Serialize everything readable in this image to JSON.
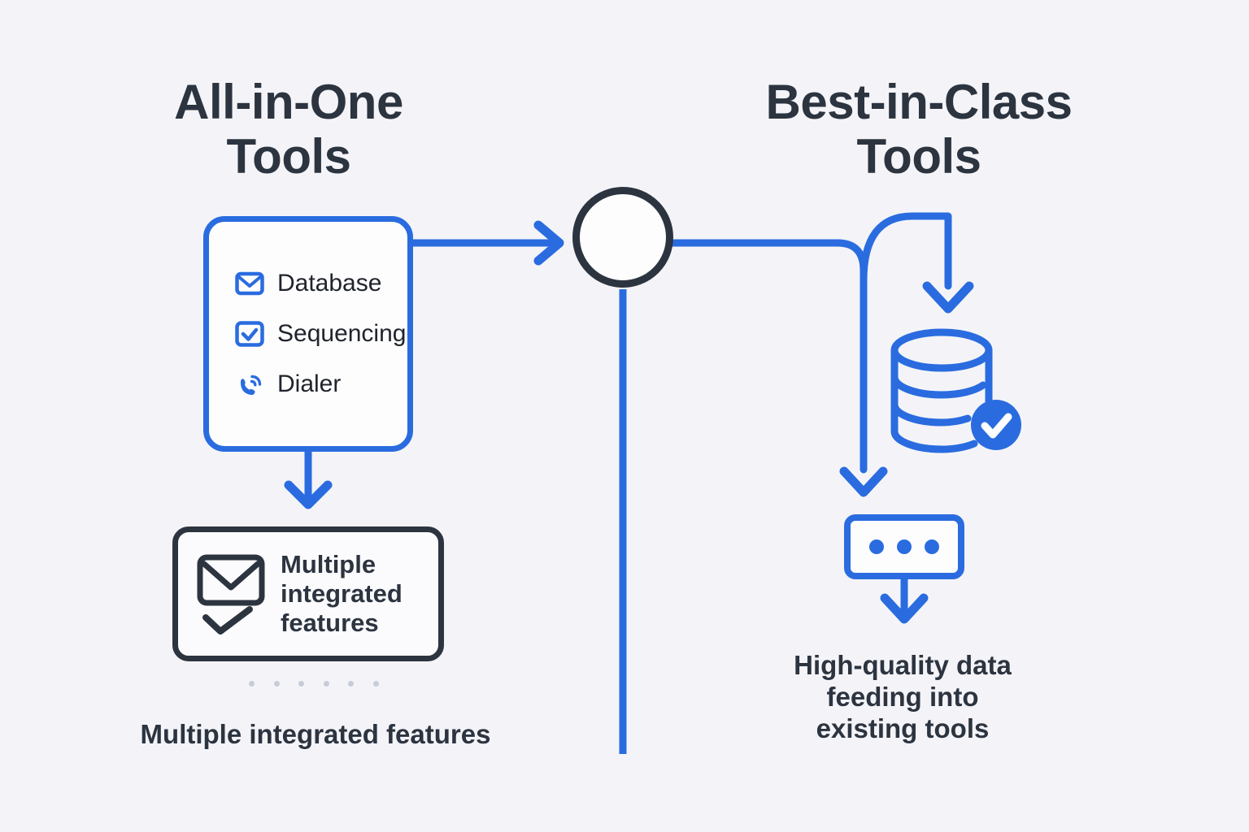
{
  "theme": {
    "background": "#f4f4f8",
    "accent_blue": "#2a6cdf",
    "dark_ink": "#2c3440",
    "card_fill": "#fdfdfe",
    "dot_gray": "#c8ccd9"
  },
  "headings": {
    "left": "All-in-One\nTools",
    "right": "Best-in-Class\nTools"
  },
  "features_card": {
    "items": [
      {
        "icon": "envelope-icon",
        "label": "Database"
      },
      {
        "icon": "checkbox-icon",
        "label": "Sequencing"
      },
      {
        "icon": "phone-dialer-icon",
        "label": "Dialer"
      }
    ]
  },
  "summary_card": {
    "icon": "envelope-check-icon",
    "text": "Multiple\nintegrated\nfeatures"
  },
  "dots_strip": {
    "count": 6
  },
  "captions": {
    "left": "Multiple integrated features",
    "right": "High-quality data\nfeeding into\nexisting tools"
  },
  "center_node": {
    "name": "hub-node",
    "fill": "#fdfdfe",
    "stroke": "#2c3440"
  },
  "right_column": {
    "database_icon": "database-check-icon",
    "dots_box": {
      "icon": "three-dots-icon",
      "dot_count": 3
    }
  },
  "connectors": [
    {
      "name": "card-to-hub-arrow",
      "from": "features-card",
      "to": "hub-node",
      "direction": "right"
    },
    {
      "name": "card-to-summary-arrow",
      "from": "features-card",
      "to": "summary-card",
      "direction": "down"
    },
    {
      "name": "hub-to-right-branch",
      "from": "hub-node",
      "to": "branch-split",
      "direction": "right"
    },
    {
      "name": "branch-to-database-arrow",
      "from": "branch-split",
      "to": "database-icon",
      "direction": "down"
    },
    {
      "name": "branch-to-dots-box-arrow",
      "from": "branch-split",
      "to": "dots-box",
      "direction": "down"
    },
    {
      "name": "dots-box-to-caption-arrow",
      "from": "dots-box",
      "to": "caption-right",
      "direction": "down"
    },
    {
      "name": "hub-downward-line",
      "from": "hub-node",
      "to": "bottom-edge",
      "direction": "down"
    }
  ]
}
